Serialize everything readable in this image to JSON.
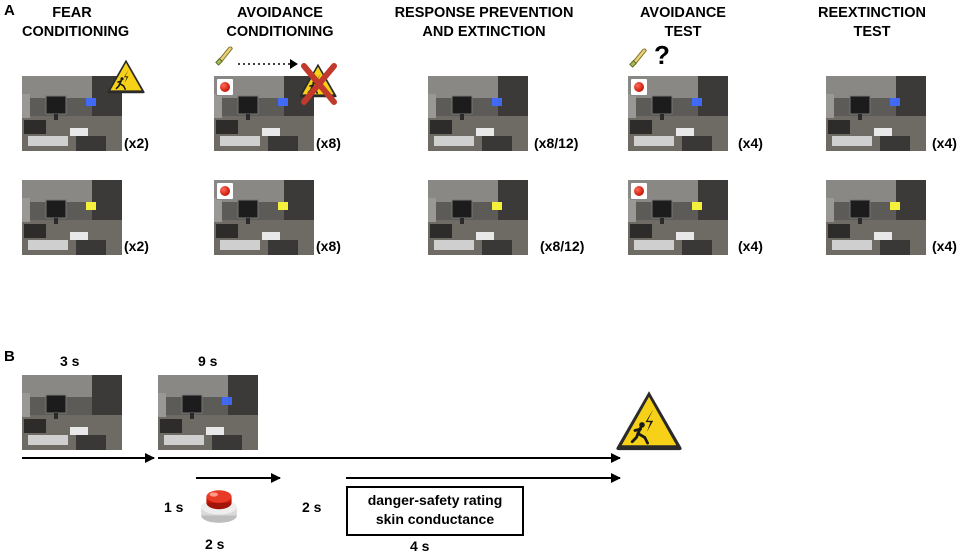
{
  "panel_a": {
    "label": "A",
    "phases": [
      {
        "title_line1": "FEAR",
        "title_line2": "CONDITIONING",
        "count_blue": "(x2)",
        "count_yellow": "(x2)"
      },
      {
        "title_line1": "AVOIDANCE",
        "title_line2": "CONDITIONING",
        "count_blue": "(x8)",
        "count_yellow": "(x8)"
      },
      {
        "title_line1": "RESPONSE PREVENTION",
        "title_line2": "AND EXTINCTION",
        "count_blue": "(x8/12)",
        "count_yellow": "(x8/12)"
      },
      {
        "title_line1": "AVOIDANCE",
        "title_line2": "TEST",
        "count_blue": "(x4)",
        "count_yellow": "(x4)"
      },
      {
        "title_line1": "REEXTINCTION",
        "title_line2": "TEST",
        "count_blue": "(x4)",
        "count_yellow": "(x4)"
      }
    ],
    "question_mark": "?"
  },
  "panel_b": {
    "label": "B",
    "time_3s": "3 s",
    "time_9s": "9 s",
    "time_1s": "1 s",
    "time_2s_press": "2 s",
    "time_2s_delay": "2 s",
    "time_4s": "4 s",
    "box_line1": "danger-safety rating",
    "box_line2": "skin conductance"
  },
  "colors": {
    "warning_yellow": "#f7d117",
    "cross_red": "#c0392b",
    "cue_blue": "#3f6cff",
    "cue_yellow": "#f5f03a",
    "button_red": "#d42010"
  }
}
